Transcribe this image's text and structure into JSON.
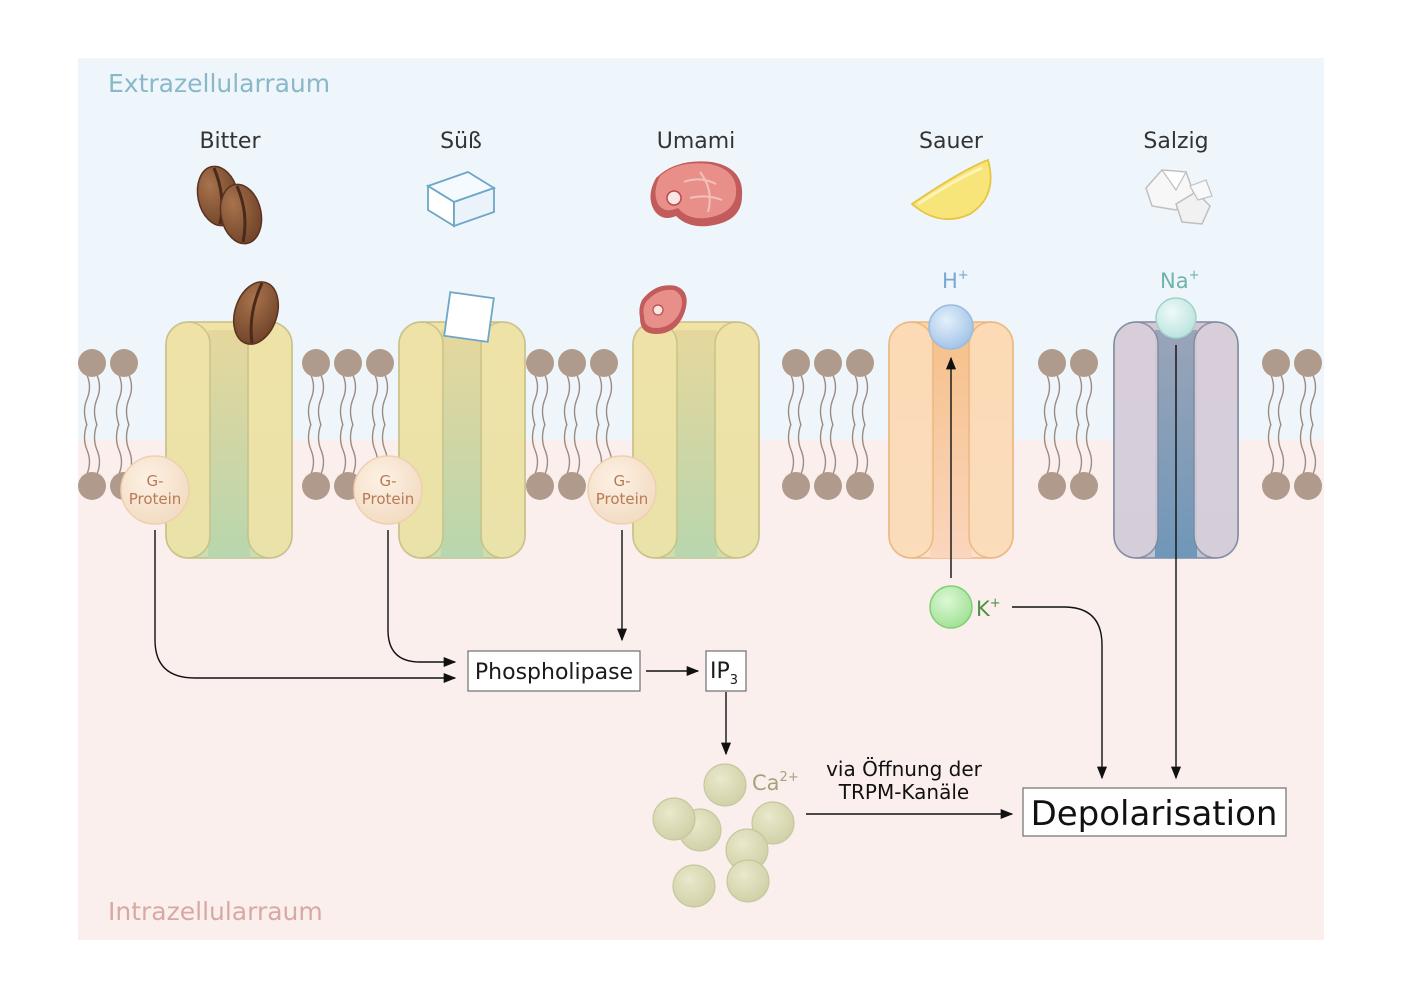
{
  "regions": {
    "extracellular": "Extrazellularraum",
    "intracellular": "Intrazellularraum"
  },
  "tastes": {
    "bitter": "Bitter",
    "sweet": "Süß",
    "umami": "Umami",
    "sour": "Sauer",
    "salty": "Salzig"
  },
  "g_protein": {
    "line1": "G-",
    "line2": "Protein"
  },
  "ions": {
    "h": {
      "base": "H",
      "sup": "+"
    },
    "na": {
      "base": "Na",
      "sup": "+"
    },
    "k": {
      "base": "K",
      "sup": "+"
    },
    "ca": {
      "base": "Ca",
      "sup": "2+"
    }
  },
  "boxes": {
    "phospholipase": "Phospholipase",
    "ip3": {
      "base": "IP",
      "sub": "3"
    },
    "depolarisation": "Depolarisation"
  },
  "annotation": {
    "line1": "via Öffnung der",
    "line2": "TRPM-Kanäle"
  },
  "colors": {
    "extracellular_bg": "#eef6fb",
    "intracellular_bg": "#fbeeee",
    "extracellular_text": "#8ab8c8",
    "intracellular_text": "#d8a9a0",
    "lipid_head": "#b09a8c",
    "gpcr": "#e9dc9e",
    "sour_channel": "#f8d9b2",
    "salty_channel": "#a6acbd",
    "h_ion": "#b9d5f0",
    "na_ion": "#cdebe8",
    "k_ion": "#b8ecae",
    "ca_ion": "#dcdcb8",
    "g_protein": "#f6e1cc"
  },
  "icons": [
    "coffee-bean-icon",
    "sugar-cube-icon",
    "meat-icon",
    "lemon-icon",
    "salt-crystal-icon"
  ]
}
